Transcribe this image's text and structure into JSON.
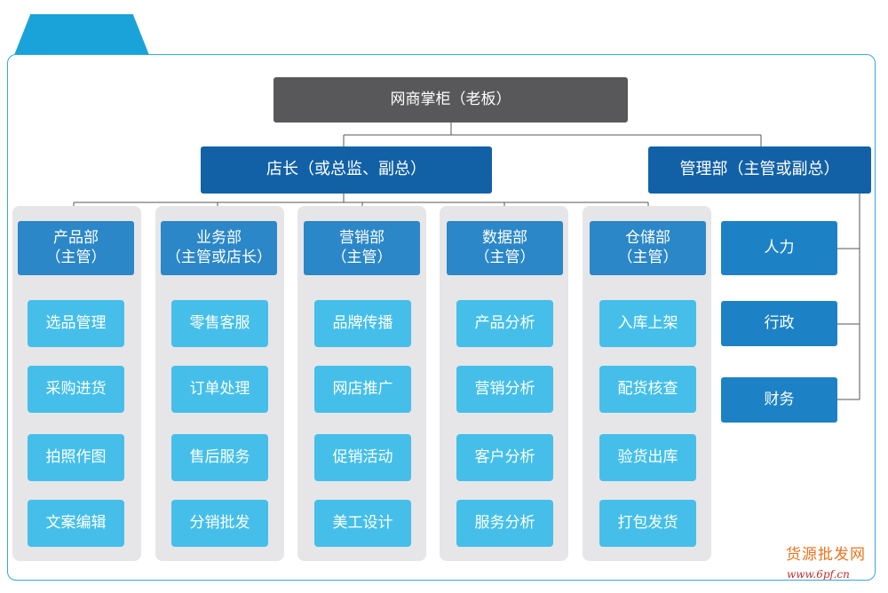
{
  "root": {
    "label": "网商掌柜（老板）"
  },
  "store_manager": {
    "label": "店长（或总监、副总）"
  },
  "admin_dept": {
    "label": "管理部（主管或副总）"
  },
  "departments": [
    {
      "name": "产品部",
      "sub": "（主管）",
      "items": [
        "选品管理",
        "采购进货",
        "拍照作图",
        "文案编辑"
      ]
    },
    {
      "name": "业务部",
      "sub": "（主管或店长）",
      "items": [
        "零售客服",
        "订单处理",
        "售后服务",
        "分销批发"
      ]
    },
    {
      "name": "营销部",
      "sub": "（主管）",
      "items": [
        "品牌传播",
        "网店推广",
        "促销活动",
        "美工设计"
      ]
    },
    {
      "name": "数据部",
      "sub": "（主管）",
      "items": [
        "产品分析",
        "营销分析",
        "客户分析",
        "服务分析"
      ]
    },
    {
      "name": "仓储部",
      "sub": "（主管）",
      "items": [
        "入库上架",
        "配货核查",
        "验货出库",
        "打包发货"
      ]
    }
  ],
  "admin_items": [
    "人力",
    "行政",
    "财务"
  ],
  "watermark": {
    "line1": "货源批发网",
    "line2": "www.6pf.cn"
  },
  "colors": {
    "tab": "#1aa3d8",
    "root": "#58585a",
    "level1": "#1261a6",
    "department": "#2b87c7",
    "item": "#45bfe9",
    "admin_item": "#1d82c5"
  }
}
